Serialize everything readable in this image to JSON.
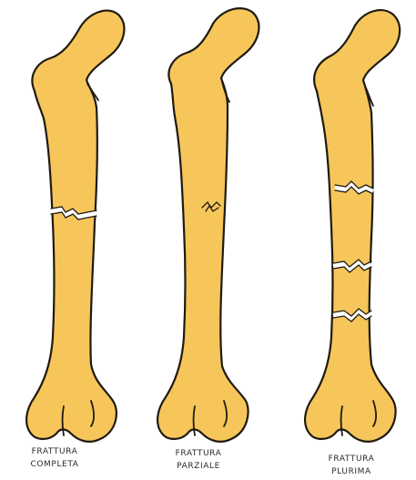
{
  "colors": {
    "bone": "#f6c65a",
    "outline": "#1f1a12",
    "background": "#ffffff"
  },
  "bones": [
    {
      "label_line1": "FRATTURA",
      "label_line2": "COMPLETA"
    },
    {
      "label_line1": "FRATTURA",
      "label_line2": "PARZIALE"
    },
    {
      "label_line1": "FRATTURA",
      "label_line2": "PLURIMA"
    }
  ]
}
